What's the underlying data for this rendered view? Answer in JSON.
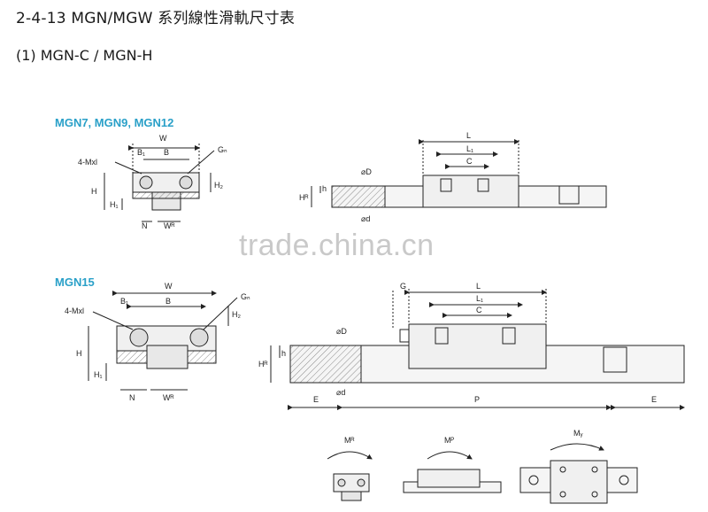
{
  "header": {
    "title": "2-4-13 MGN/MGW 系列線性滑軌尺寸表",
    "subtitle": "(1) MGN-C / MGN-H"
  },
  "sections": {
    "small": "MGN7, MGN9, MGN12",
    "large": "MGN15"
  },
  "watermark": "trade.china.cn",
  "labels": {
    "W": "W",
    "B": "B",
    "B1": "B₁",
    "Gn": "Gₙ",
    "Mxl": "4-Mxl",
    "H": "H",
    "H1": "H₁",
    "H2": "H₂",
    "N": "N",
    "WR": "Wᴿ",
    "L": "L",
    "L1": "L₁",
    "C": "C",
    "D": "⌀D",
    "d": "⌀d",
    "HR": "Hᴿ",
    "h": "h",
    "G": "G",
    "E": "E",
    "P": "P",
    "MR": "Mᴿ",
    "MP": "Mᴾ",
    "MY": "Mᵧ"
  },
  "colors": {
    "accent": "#2aa0c8",
    "line": "#222222",
    "hatch": "#888888"
  }
}
